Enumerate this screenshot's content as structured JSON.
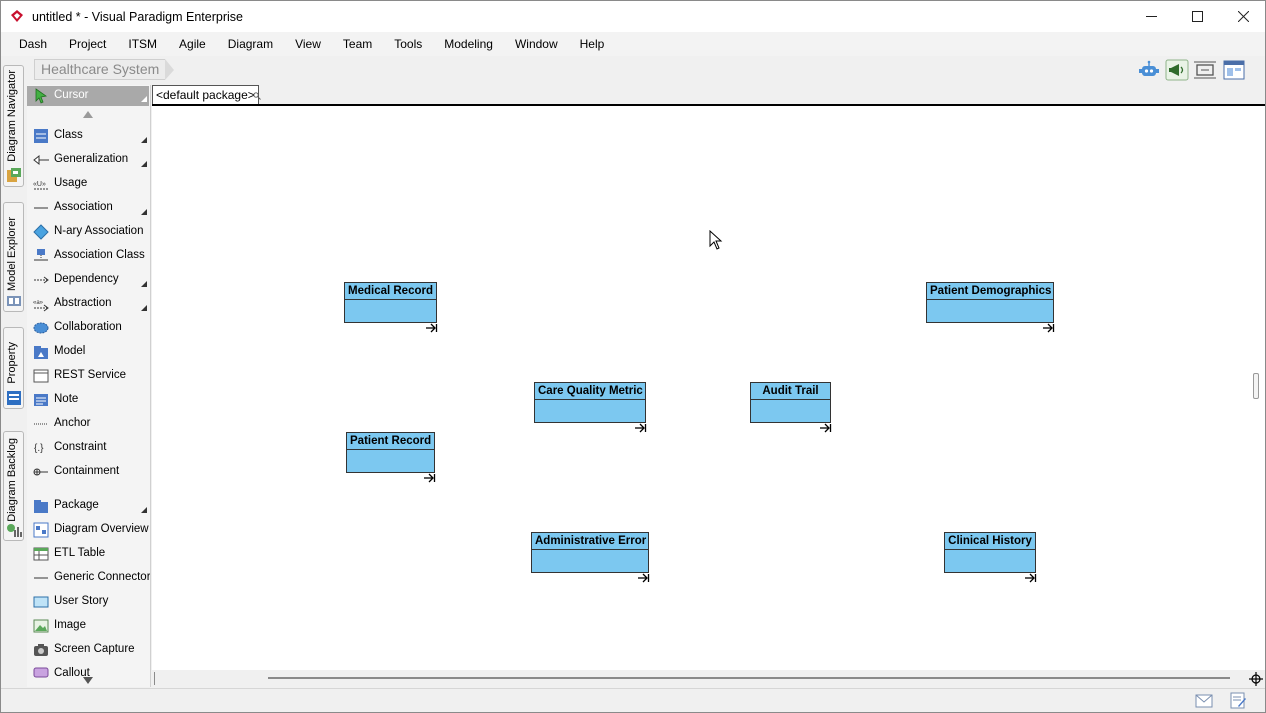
{
  "window": {
    "title": "untitled * - Visual Paradigm Enterprise",
    "minimize": "—",
    "maximize": "☐",
    "close": "✕"
  },
  "menu": [
    "Dash",
    "Project",
    "ITSM",
    "Agile",
    "Diagram",
    "View",
    "Team",
    "Tools",
    "Modeling",
    "Window",
    "Help"
  ],
  "breadcrumb": "Healthcare System",
  "toolbar_icons": [
    "robot-icon",
    "megaphone-icon",
    "fit-diagram-icon",
    "layout-icon"
  ],
  "side_tabs": [
    {
      "label": "Diagram Navigator",
      "icon": "diagram-navigator-icon"
    },
    {
      "label": "Model Explorer",
      "icon": "model-explorer-icon"
    },
    {
      "label": "Property",
      "icon": "property-icon"
    },
    {
      "label": "Diagram Backlog",
      "icon": "diagram-backlog-icon"
    }
  ],
  "palette": {
    "cursor": "Cursor",
    "items": [
      {
        "label": "Class",
        "icon": "class-icon",
        "more": true
      },
      {
        "label": "Generalization",
        "icon": "generalization-icon",
        "more": true
      },
      {
        "label": "Usage",
        "icon": "usage-icon",
        "more": false
      },
      {
        "label": "Association",
        "icon": "association-icon",
        "more": true
      },
      {
        "label": "N-ary Association",
        "icon": "nary-association-icon",
        "more": false
      },
      {
        "label": "Association Class",
        "icon": "association-class-icon",
        "more": false
      },
      {
        "label": "Dependency",
        "icon": "dependency-icon",
        "more": true
      },
      {
        "label": "Abstraction",
        "icon": "abstraction-icon",
        "more": true
      },
      {
        "label": "Collaboration",
        "icon": "collaboration-icon",
        "more": false
      },
      {
        "label": "Model",
        "icon": "model-icon",
        "more": false
      },
      {
        "label": "REST Service",
        "icon": "rest-service-icon",
        "more": false
      },
      {
        "label": "Note",
        "icon": "note-icon",
        "more": false
      },
      {
        "label": "Anchor",
        "icon": "anchor-icon",
        "more": false
      },
      {
        "label": "Constraint",
        "icon": "constraint-icon",
        "more": false
      },
      {
        "label": "Containment",
        "icon": "containment-icon",
        "more": false
      },
      {
        "label": "Package",
        "icon": "package-icon",
        "more": true
      },
      {
        "label": "Diagram Overview",
        "icon": "diagram-overview-icon",
        "more": false
      },
      {
        "label": "ETL Table",
        "icon": "etl-table-icon",
        "more": false
      },
      {
        "label": "Generic Connector",
        "icon": "generic-connector-icon",
        "more": false
      },
      {
        "label": "User Story",
        "icon": "user-story-icon",
        "more": false
      },
      {
        "label": "Image",
        "icon": "image-icon",
        "more": false
      },
      {
        "label": "Screen Capture",
        "icon": "screen-capture-icon",
        "more": false
      },
      {
        "label": "Callout",
        "icon": "callout-icon",
        "more": false
      }
    ]
  },
  "package_tab": "<default package>",
  "classes": [
    {
      "name": "Medical Record"
    },
    {
      "name": "Patient Demographics"
    },
    {
      "name": "Care Quality Metric"
    },
    {
      "name": "Audit Trail"
    },
    {
      "name": "Patient Record"
    },
    {
      "name": "Administrative Error"
    },
    {
      "name": "Clinical History"
    }
  ],
  "colors": {
    "class_fill": "#7cc8f0",
    "class_border": "#333333",
    "palette_selected": "#a9a9a9",
    "logo_red": "#c8102e"
  }
}
